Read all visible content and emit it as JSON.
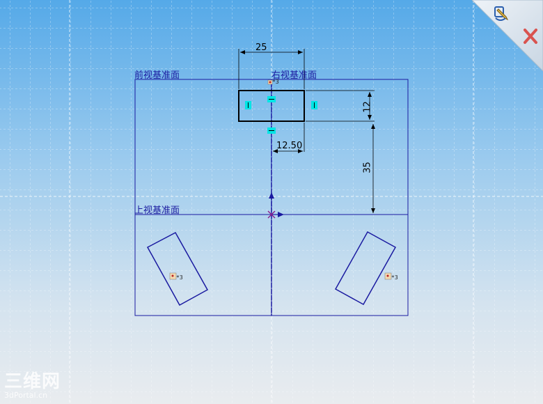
{
  "sketch": {
    "planes": {
      "front": "前视基准面",
      "right": "右视基准面",
      "top": "上视基准面"
    },
    "dimensions": {
      "width": "25",
      "height": "12",
      "offset_x": "12.50",
      "offset_y": "35"
    },
    "point_label": "*3"
  },
  "confirm_corner": {
    "exit_icon": "sketch-exit-icon",
    "cancel_icon": "cancel-x-icon"
  },
  "watermark": {
    "cn": "三维网",
    "en": "3dPortal.cn"
  },
  "colors": {
    "sketch_line": "#1a1aa0",
    "selected_line": "#000000",
    "dimension": "#000000",
    "relation_marker": "#00e5e5",
    "grid": "#ffffff",
    "cancel": "#d9534f"
  }
}
